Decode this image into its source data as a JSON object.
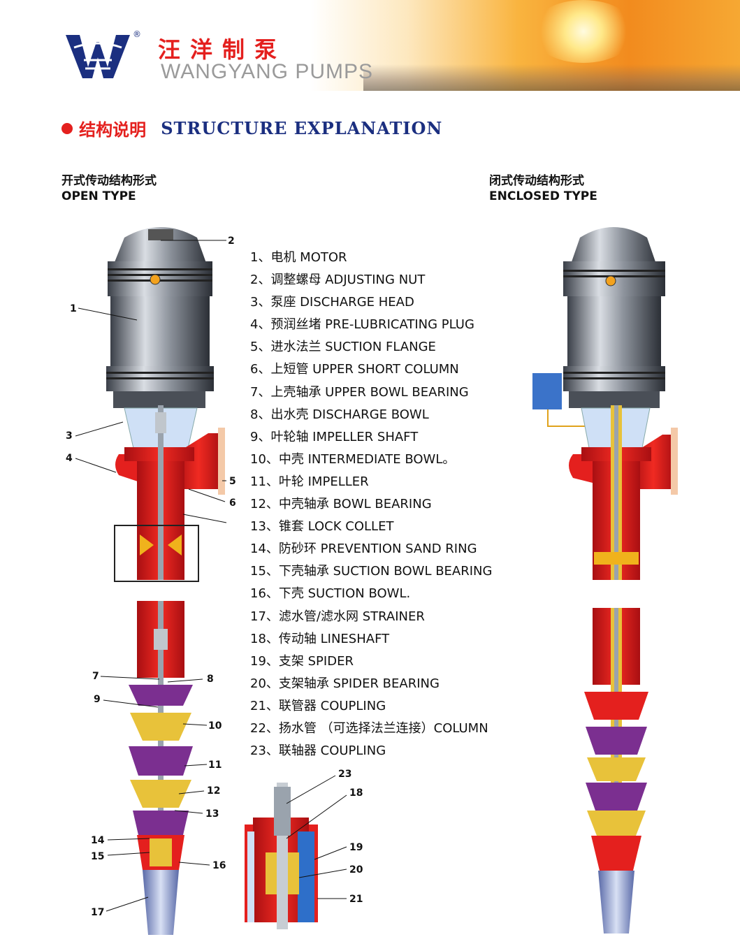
{
  "brand": {
    "name_cn": "汪洋制泵",
    "name_en": "WANGYANG PUMPS",
    "registered_mark": "®",
    "colors": {
      "red": "#e4201e",
      "navy": "#1b2f80",
      "gray": "#9a9a9a"
    }
  },
  "section": {
    "title_cn": "结构说明",
    "title_en": "STRUCTURE EXPLANATION"
  },
  "open_type": {
    "label_cn": "开式传动结构形式",
    "label_en": "OPEN  TYPE"
  },
  "enclosed_type": {
    "label_cn": "闭式传动结构形式",
    "label_en": "ENCLOSED  TYPE"
  },
  "parts": [
    "1、电机  MOTOR",
    "2、调整螺母  ADJUSTING NUT",
    "3、泵座  DISCHARGE HEAD",
    "4、预润丝堵  PRE-LUBRICATING PLUG",
    "5、进水法兰  SUCTION FLANGE",
    "6、上短管  UPPER SHORT COLUMN",
    "7、上壳轴承  UPPER BOWL BEARING",
    "8、出水壳  DISCHARGE BOWL",
    "9、叶轮轴  IMPELLER SHAFT",
    "10、中壳  INTERMEDIATE BOWL。",
    "11、叶轮  IMPELLER",
    "12、中壳轴承  BOWL BEARING",
    "13、锥套  LOCK COLLET",
    "14、防砂环  PREVENTION SAND RING",
    "15、下壳轴承  SUCTION BOWL BEARING",
    "16、下壳  SUCTION BOWL.",
    "17、滤水管/滤水网  STRAINER",
    "18、传动轴  LINESHAFT",
    "19、支架  SPIDER",
    "20、支架轴承  SPIDER BEARING",
    "21、联管器    COUPLING",
    "22、扬水管  （可选择法兰连接）COLUMN",
    "23、联轴器    COUPLING"
  ],
  "callouts": [
    "1",
    "2",
    "3",
    "4",
    "5",
    "6",
    "7",
    "8",
    "9",
    "10",
    "11",
    "12",
    "13",
    "14",
    "15",
    "16",
    "17",
    "18",
    "19",
    "20",
    "21",
    "23"
  ]
}
